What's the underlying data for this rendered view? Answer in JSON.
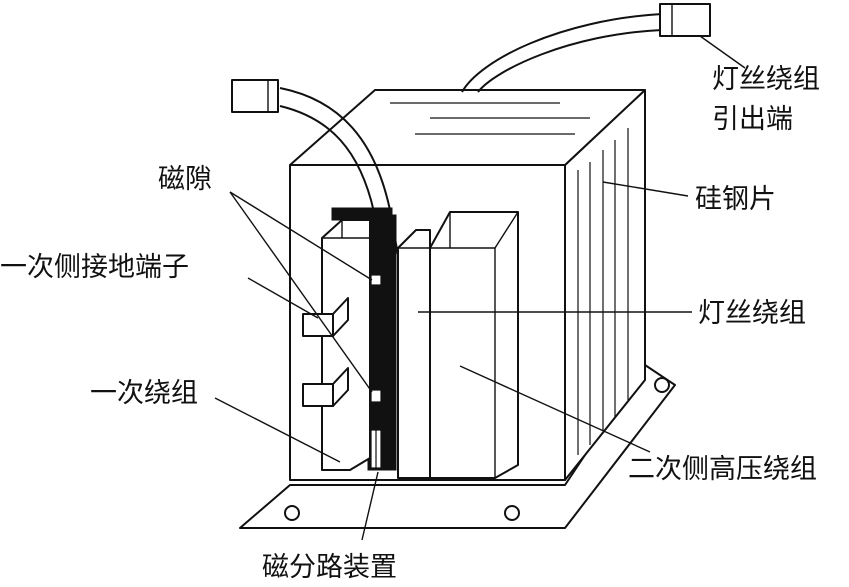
{
  "labels": {
    "filament_lead": [
      "灯丝绕组",
      "引出端"
    ],
    "core_lamination": "硅钢片",
    "magnetic_gap": "磁隙",
    "primary_ground_terminal": "一次侧接地端子",
    "filament_winding": "灯丝绕组",
    "primary_winding": "一次绕组",
    "secondary_hv_winding": "二次侧高压绕组",
    "magnetic_shunt": "磁分路装置"
  },
  "colors": {
    "line": "#111111",
    "background": "#ffffff"
  }
}
